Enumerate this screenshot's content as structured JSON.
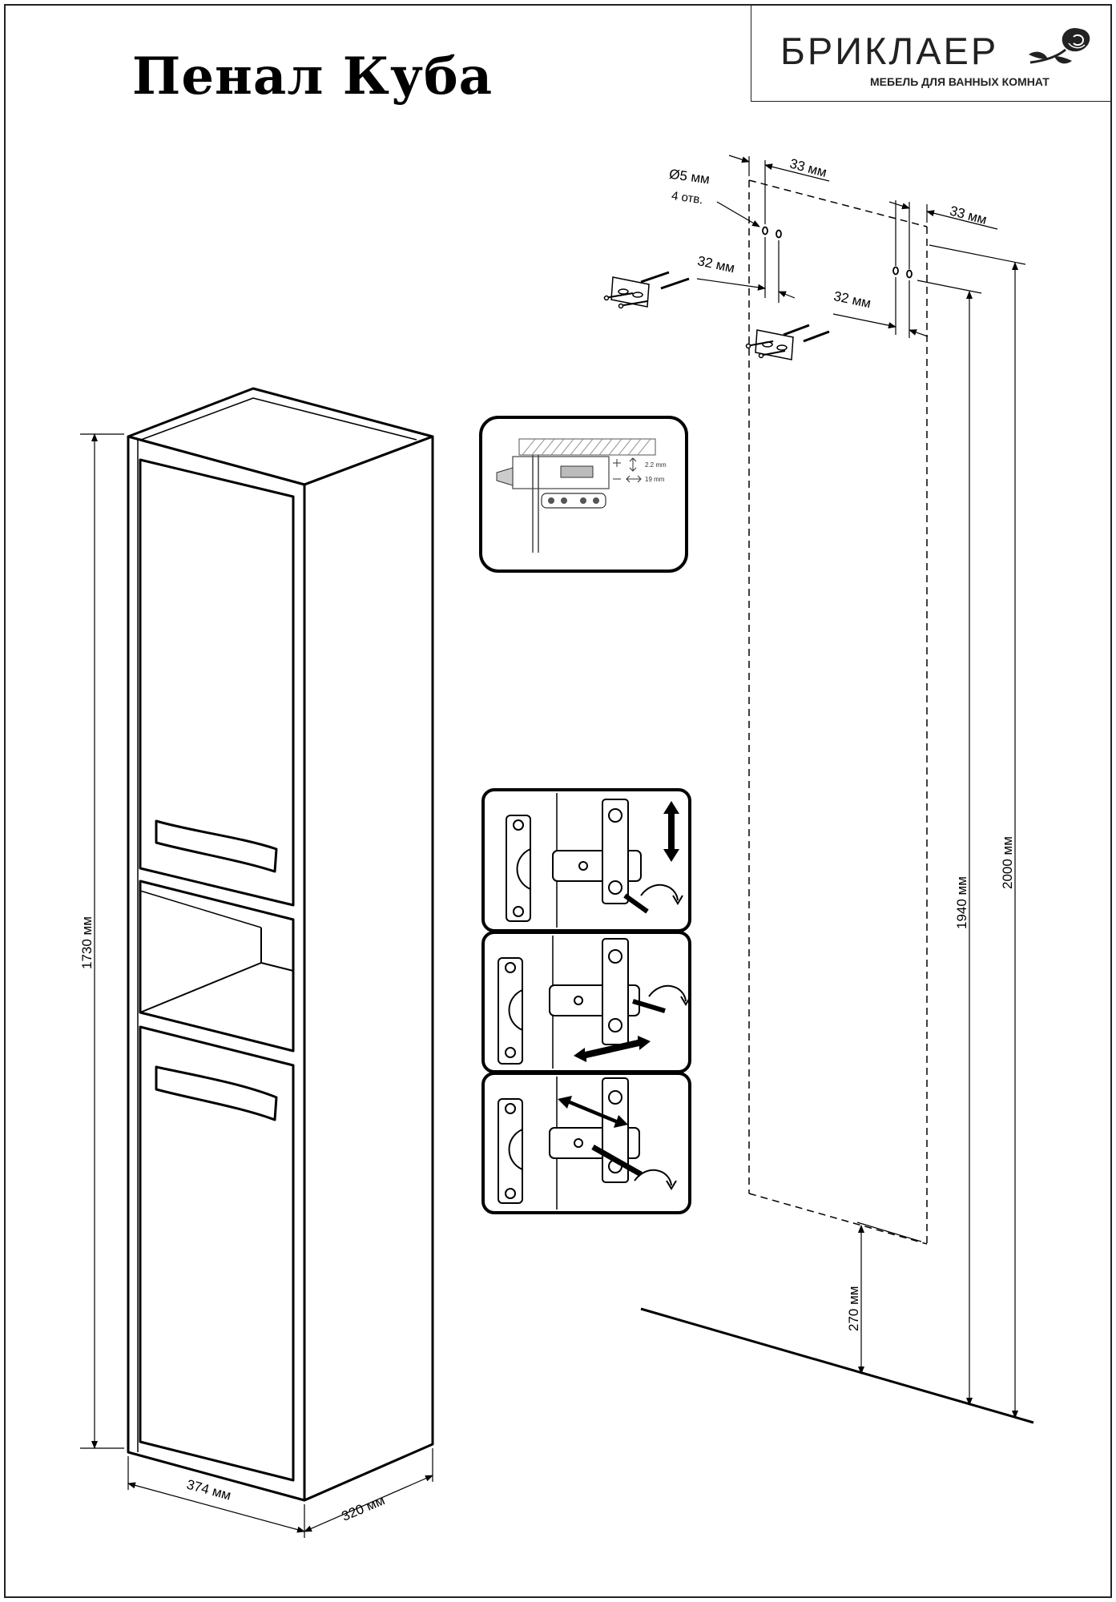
{
  "title": "Пенал Куба",
  "logo": {
    "brand": "БРИКЛАЕР",
    "subtitle": "МЕБЕЛЬ ДЛЯ ВАННЫХ КОМНАТ",
    "icon": "rose-icon"
  },
  "cabinet_dims": {
    "height": "1730 мм",
    "width": "374 мм",
    "depth": "320 мм"
  },
  "mounting": {
    "hole_diameter": "Ø5 мм",
    "hole_count": "4 отв.",
    "edge_offset_left": "33 мм",
    "edge_offset_right": "33 мм",
    "hole_spacing_left": "32 мм",
    "hole_spacing_right": "32 мм",
    "height_to_holes": "1940 мм",
    "total_height": "2000 мм",
    "floor_clearance": "270 мм"
  },
  "hanger_detail": {
    "label_vertical": "2.2 mm",
    "label_horizontal": "19 mm"
  },
  "hinge_steps": [
    {
      "adjust": "vertical",
      "icon": "hinge-vertical-adjust-icon"
    },
    {
      "adjust": "horizontal",
      "icon": "hinge-horizontal-adjust-icon"
    },
    {
      "adjust": "depth",
      "icon": "hinge-depth-adjust-icon"
    }
  ],
  "colors": {
    "ink": "#000000",
    "paper": "#ffffff"
  }
}
